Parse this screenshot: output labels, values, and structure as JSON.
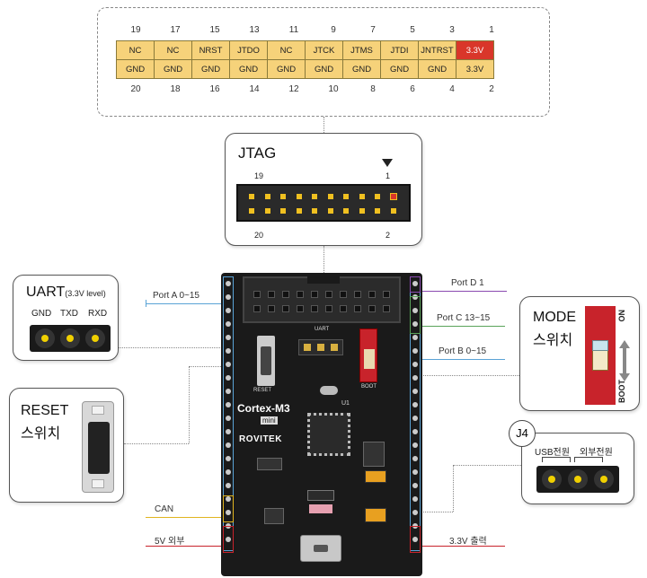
{
  "jtag_table": {
    "top_numbers": [
      "19",
      "17",
      "15",
      "13",
      "11",
      "9",
      "7",
      "5",
      "3",
      "1"
    ],
    "row1": [
      "NC",
      "NC",
      "NRST",
      "JTDO",
      "NC",
      "JTCK",
      "JTMS",
      "JTDI",
      "JNTRST",
      "3.3V"
    ],
    "row2": [
      "GND",
      "GND",
      "GND",
      "GND",
      "GND",
      "GND",
      "GND",
      "GND",
      "GND",
      "3.3V"
    ],
    "bottom_numbers": [
      "20",
      "18",
      "16",
      "14",
      "12",
      "10",
      "8",
      "6",
      "4",
      "2"
    ]
  },
  "jtag_box": {
    "title": "JTAG",
    "pin19": "19",
    "pin1": "1",
    "pin20": "20",
    "pin2": "2"
  },
  "uart_box": {
    "title": "UART",
    "subtitle": "(3.3V level)",
    "pins": [
      "GND",
      "TXD",
      "RXD"
    ]
  },
  "reset_box": {
    "title_line1": "RESET",
    "title_line2": "스위치"
  },
  "mode_box": {
    "title_line1": "MODE",
    "title_line2": "스위치",
    "on": "ON",
    "boot": "BOOT"
  },
  "j4_box": {
    "badge": "J4",
    "left": "USB전원",
    "right": "외부전원"
  },
  "ports": {
    "port_a": "Port A 0~15",
    "port_d": "Port D 1",
    "port_c": "Port C 13~15",
    "port_b": "Port B 0~15",
    "can": "CAN",
    "v5": "5V 외부",
    "v33": "3.3V 출력"
  },
  "board": {
    "name": "Cortex-M3",
    "mini": "mini",
    "brand": "ROVITEK",
    "reset": "RESET",
    "boot": "BOOT",
    "uart": "UART",
    "u1": "U1"
  },
  "colors": {
    "pin_yellow": "#f6d27a",
    "pin_red": "#d9362a",
    "board": "#1a1a1a",
    "mode_red": "#c8232b"
  }
}
